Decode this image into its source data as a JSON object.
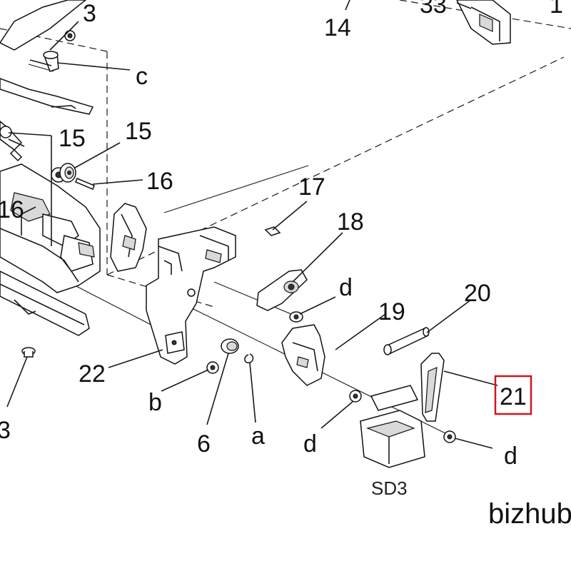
{
  "callouts": {
    "c3_top": "3",
    "c14": "14",
    "c33": "33",
    "c1": "1",
    "cc": "c",
    "c15_left": "15",
    "c15_right": "15",
    "c16_left": "16",
    "c16_right": "16",
    "c17": "17",
    "c18": "18",
    "cd_upper": "d",
    "c19": "19",
    "c20": "20",
    "c21": "21",
    "c22": "22",
    "cb": "b",
    "c6": "6",
    "ca": "a",
    "cd_mid": "d",
    "cd_right": "d",
    "c3_bottom": "3"
  },
  "sensor_label": "SD3",
  "brand_label": "bizhub",
  "colors": {
    "highlight": "#d0161b",
    "ink": "#111111"
  },
  "highlighted_callout": "21"
}
